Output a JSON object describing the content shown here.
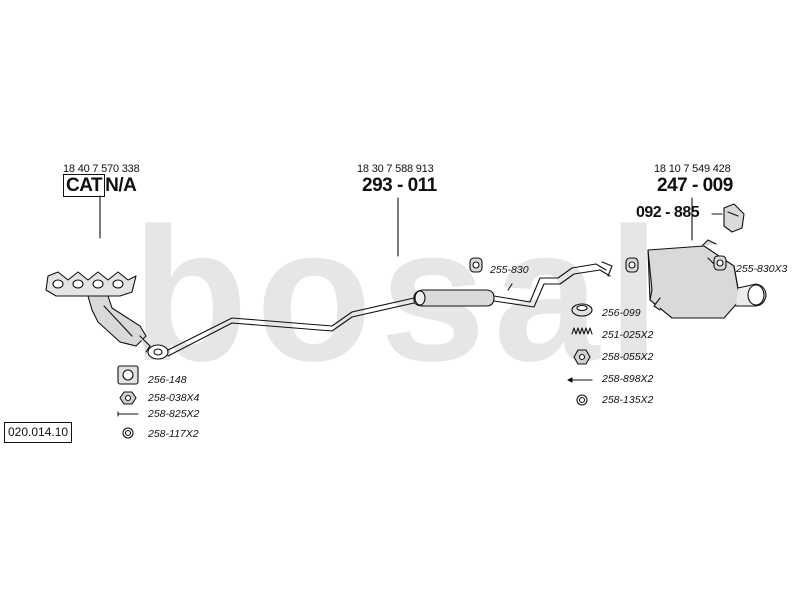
{
  "diagram_id": "020.014.10",
  "watermark": "bosal",
  "sections": {
    "front": {
      "oe_number": "18 40 7 570 338",
      "label_cat": "CAT",
      "label_na": "N/A"
    },
    "middle": {
      "oe_number": "18 30 7 588 913",
      "part_number": "293 - 011"
    },
    "rear": {
      "oe_number": "18 10 7 549 428",
      "part_number": "247 - 009",
      "bracket_number": "092 - 885"
    }
  },
  "fittings": {
    "front": [
      "256-148",
      "258-038X4",
      "258-825X2",
      "258-117X2"
    ],
    "mid_hanger": "255-830",
    "rear_hanger": "255-830X3",
    "rear_group": [
      "256-099",
      "251-025X2",
      "258-055X2",
      "258-898X2",
      "258-135X2"
    ]
  },
  "colors": {
    "ink": "#111111",
    "watermark": "#e6e6e6",
    "part_fill": "#d9d9d9"
  }
}
